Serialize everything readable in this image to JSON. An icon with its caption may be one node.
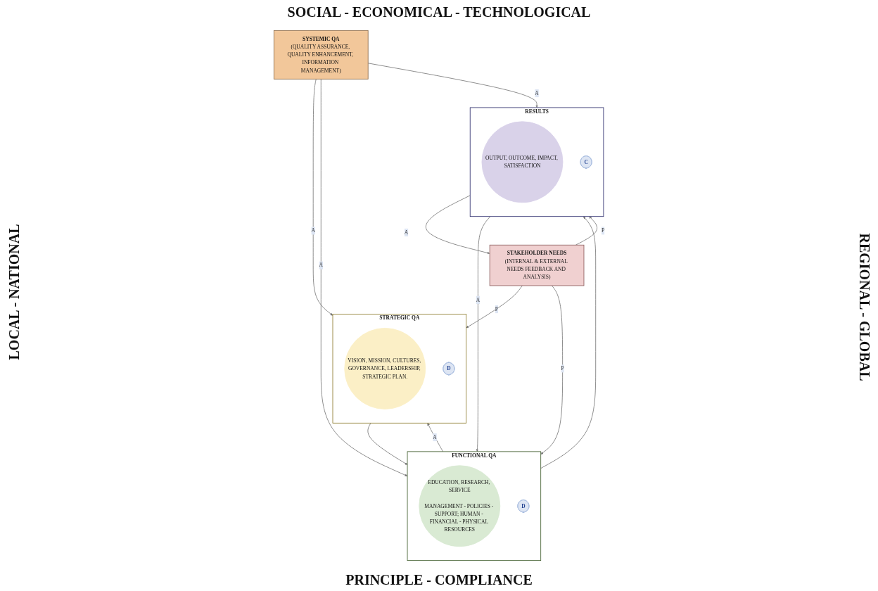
{
  "diagram": {
    "nodes": [
      {
        "text": [
          "STAKEHOLDER NEEDS",
          "(INTERNAL & EXTERNAL NEEDS FEEDBACK AND ANALYSIS)"
        ]
      },
      {
        "text": [
          "STRATEGIC QA"
        ]
      },
      {
        "text": [
          "VISION, MISSION, CULTURES, GOVERNANCE, LEADERSHIP, STRATEGIC PLAN."
        ],
        "in": 1
      },
      {
        "text": [
          "D"
        ],
        "in": 1
      },
      {
        "text": [
          "FUNCTIONAL QA"
        ]
      },
      {
        "text": [
          "EDUCATION, RESEARCH, SERVICE",
          "MANAGEMENT - POLICIES - SUPPORT; HUMAN - FINANCIAL - PHYSICAL RESOURCES"
        ],
        "in": 4
      },
      {
        "text": [
          "D"
        ],
        "in": 4
      },
      {
        "text": [
          "RESULTS"
        ]
      },
      {
        "text": [
          "OUTPUT, OUTCOME, IMPACT, SATISFACTION"
        ],
        "in": 7
      },
      {
        "text": [
          "C"
        ],
        "in": 7
      },
      {
        "text": [
          "SYSTEMIC QA",
          "(QUALITY ASSURANCE, QUALITY ENHANCEMENT, INFORMATION MANAGEMENT)"
        ]
      }
    ],
    "edges": [
      {
        "from": 0,
        "to": 1,
        "arrow": "to",
        "label": "P"
      },
      {
        "from": 0,
        "to": 4,
        "arrow": "to",
        "label": "P"
      },
      {
        "from": 0,
        "to": 7,
        "arrow": "to",
        "label": "P"
      },
      {
        "from": 7,
        "to": 0,
        "arrow": "to",
        "label": "A"
      },
      {
        "from": 1,
        "to": 4,
        "arrow": "to"
      },
      {
        "from": 4,
        "to": 7,
        "arrow": "to"
      },
      {
        "from": 7,
        "to": 4,
        "arrow": "to",
        "label": "A"
      },
      {
        "from": 4,
        "to": 1,
        "arrow": "to",
        "label": "A"
      },
      {
        "from": 10,
        "to": 1,
        "arrow": "to",
        "label": "A"
      },
      {
        "from": 10,
        "to": 4,
        "arrow": "to",
        "label": "A"
      },
      {
        "from": 10,
        "to": 7,
        "arrow": "to",
        "label": "A"
      }
    ],
    "labels": [
      "SOCIAL - ECONOMICAL - TECHNOLOGICAL",
      "LOCAL - NATIONAL",
      "REGIONAL - GLOBAL",
      "PRINCIPLE - COMPLIANCE"
    ]
  }
}
